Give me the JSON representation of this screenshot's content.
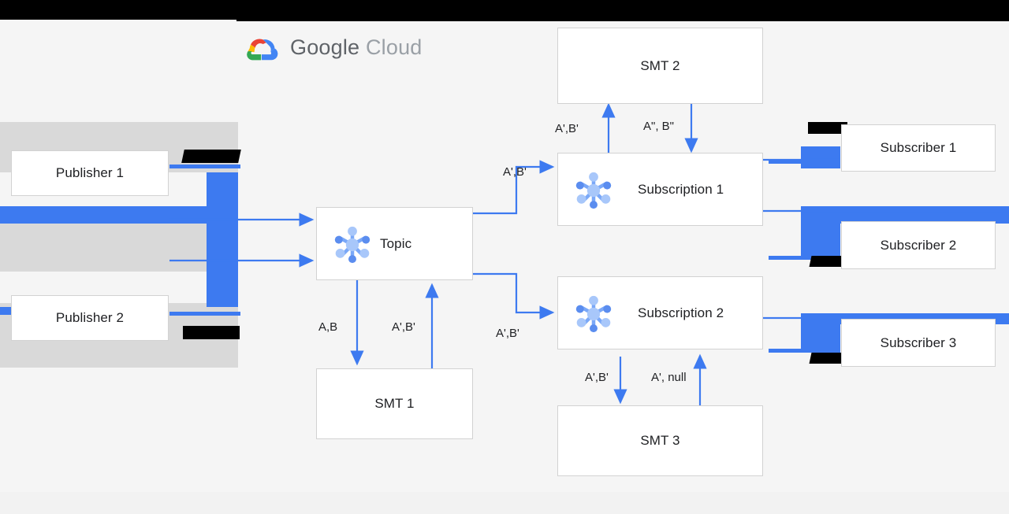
{
  "page": {
    "title": "Google Cloud Pub/Sub Single Message Transforms diagram",
    "background_color": "#f5f5f5",
    "accent_color": "#3d7af0",
    "box_border_color": "#d2d2d2",
    "text_color": "#202124"
  },
  "brand": {
    "logo_icon": "google-cloud-logo-icon",
    "name_part1": "Google",
    "name_part2": "Cloud"
  },
  "nodes": {
    "publisher_1": "Publisher 1",
    "publisher_2": "Publisher 2",
    "topic": "Topic",
    "subscription_1": "Subscription 1",
    "subscription_2": "Subscription 2",
    "smt_1": "SMT 1",
    "smt_2": "SMT 2",
    "smt_3": "SMT 3",
    "subscriber_1": "Subscriber 1",
    "subscriber_2": "Subscriber 2",
    "subscriber_3": "Subscriber 3"
  },
  "icons": {
    "topic": "pubsub-topic-icon",
    "subscription_1": "pubsub-subscription-icon",
    "subscription_2": "pubsub-subscription-icon"
  },
  "edge_labels": {
    "topic_to_smt1": "A,B",
    "smt1_to_topic": "A',B'",
    "topic_to_subscription1": "A',B'",
    "topic_to_subscription2": "A',B'",
    "subscription1_to_smt2": "A',B'",
    "smt2_to_subscription1": "A\", B\"",
    "subscription2_to_smt3": "A',B'",
    "smt3_to_subscription2": "A', null"
  }
}
